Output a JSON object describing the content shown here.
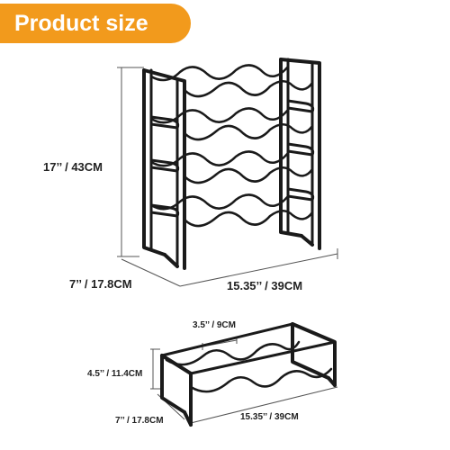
{
  "banner": {
    "title": "Product size"
  },
  "dimensions": {
    "large_height": "17’’ / 43CM",
    "large_depth": "7’’ / 17.8CM",
    "large_width": "15.35’’ / 39CM",
    "small_slot": "3.5’’ / 9CM",
    "small_height": "4.5’’ / 11.4CM",
    "small_depth": "7’’ / 17.8CM",
    "small_width": "15.35’’ / 39CM"
  },
  "colors": {
    "banner": "#f29a1c",
    "rack": "#1a1a1a",
    "dimension_line": "#555555"
  }
}
